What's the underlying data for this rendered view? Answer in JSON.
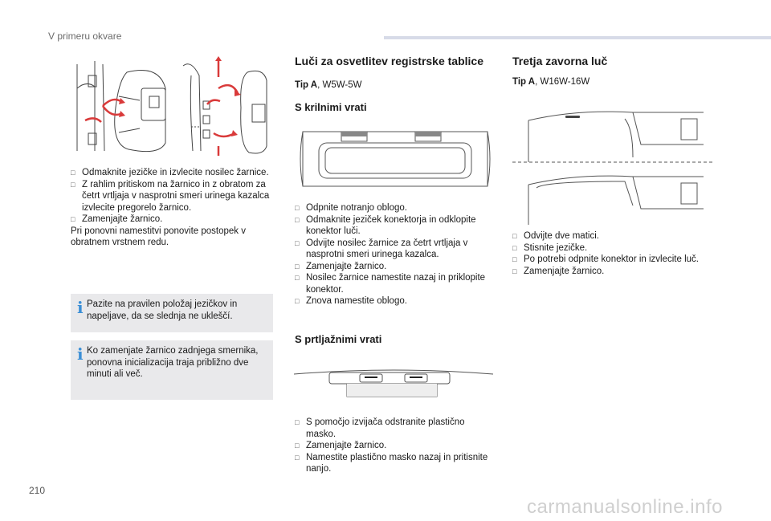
{
  "header": {
    "section_title": "V primeru okvare"
  },
  "left": {
    "steps": [
      "Odmaknite jezičke in izvlecite nosilec žarnice.",
      "Z rahlim pritiskom na žarnico in z obratom za četrt vrtljaja v nasprotni smeri urinega kazalca izvlecite pregorelo žarnico.",
      "Zamenjajte žarnico."
    ],
    "footer_text": "Pri ponovni namestitvi ponovite postopek v obratnem vrstnem redu.",
    "note1": "Pazite na pravilen položaj jezičkov in napeljave, da se slednja ne ukleščí.",
    "note2": "Ko zamenjate žarnico zadnjega smernika, ponovna inicializacija traja približno dve minuti ali več."
  },
  "middle": {
    "title": "Luči za osvetlitev registrske tablice",
    "tip_label": "Tip A",
    "tip_value": ", W5W-5W",
    "sub1_title": "S krilnimi vrati",
    "sub1_steps": [
      "Odpnite notranjo oblogo.",
      "Odmaknite jeziček konektorja in odklopite konektor luči.",
      "Odvijte nosilec žarnice za četrt vrtljaja v nasprotni smeri urinega kazalca.",
      "Zamenjajte žarnico.",
      "Nosilec žarnice namestite nazaj in priklopite konektor.",
      "Znova namestite oblogo."
    ],
    "sub2_title": "S prtljažnimi vrati",
    "sub2_steps": [
      "S pomočjo izvijača odstranite plastično masko.",
      "Zamenjajte žarnico.",
      "Namestite plastično masko nazaj in pritisnite nanjo."
    ]
  },
  "right": {
    "title": "Tretja zavorna luč",
    "tip_label": "Tip A",
    "tip_value": ", W16W-16W",
    "steps": [
      "Odvijte dve matici.",
      "Stisnite jezičke.",
      "Po potrebi odpnite konektor in izvlecite luč.",
      "Zamenjajte žarnico."
    ]
  },
  "footer": {
    "page_number": "210",
    "watermark": "carmanualsonline.info"
  },
  "colors": {
    "accent_blue": "#3b8fd6",
    "arrow_red": "#d93a3a",
    "note_bg": "#e9e9eb",
    "header_bar": "#d7dbe8"
  }
}
